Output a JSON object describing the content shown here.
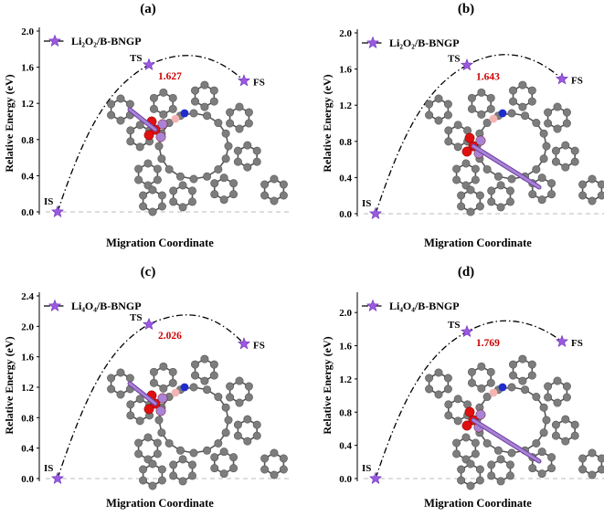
{
  "figure": {
    "colors": {
      "curve": "#000000",
      "star": "#9b59e0",
      "star_edge": "#6a2fb5",
      "ts_label": "#cc0000",
      "baseline": "#bbbbbb",
      "atom_c": "#7d7d7d",
      "atom_b": "#f4b4b4",
      "atom_n": "#1f2ccc",
      "atom_o": "#e01010",
      "atom_li": "#a983d6"
    }
  },
  "chart_data": [
    {
      "type": "line",
      "panel_label": "(a)",
      "legend": "Li₂O₂/B-BNGP",
      "xlabel": "Migration Coordinate",
      "ylabel": "Relative Energy (eV)",
      "ylim": [
        0,
        2.0
      ],
      "yticks": [
        "0.0",
        "0.4",
        "0.8",
        "1.2",
        "1.6",
        "2.0"
      ],
      "points": [
        {
          "label": "IS",
          "x": 0.0,
          "y": 0.0
        },
        {
          "label": "TS",
          "x": 0.5,
          "y": 1.627
        },
        {
          "label": "FS",
          "x": 1.0,
          "y": 1.45
        }
      ],
      "ts_value": "1.627",
      "peak": 1.73
    },
    {
      "type": "line",
      "panel_label": "(b)",
      "legend": "Li₂O₂/B-BNGP",
      "xlabel": "Migration Coordinate",
      "ylabel": "Relative Energy (eV)",
      "ylim": [
        0,
        2.0
      ],
      "yticks": [
        "0.0",
        "0.4",
        "0.8",
        "1.2",
        "1.6",
        "2.0"
      ],
      "points": [
        {
          "label": "IS",
          "x": 0.0,
          "y": 0.0
        },
        {
          "label": "TS",
          "x": 0.5,
          "y": 1.643
        },
        {
          "label": "FS",
          "x": 1.0,
          "y": 1.49
        }
      ],
      "ts_value": "1.643",
      "peak": 1.76
    },
    {
      "type": "line",
      "panel_label": "(c)",
      "legend": "Li₄O₄/B-BNGP",
      "xlabel": "Migration Coordinate",
      "ylabel": "Relative Energy (eV)",
      "ylim": [
        0,
        2.4
      ],
      "yticks": [
        "0.0",
        "0.4",
        "0.8",
        "1.2",
        "1.6",
        "2.0",
        "2.4"
      ],
      "points": [
        {
          "label": "IS",
          "x": 0.0,
          "y": 0.0
        },
        {
          "label": "TS",
          "x": 0.5,
          "y": 2.026
        },
        {
          "label": "FS",
          "x": 1.0,
          "y": 1.77
        }
      ],
      "ts_value": "2.026",
      "peak": 2.15
    },
    {
      "type": "line",
      "panel_label": "(d)",
      "legend": "Li₄O₄/B-BNGP",
      "xlabel": "Migration Coordinate",
      "ylabel": "Relative Energy (eV)",
      "ylim": [
        0,
        2.2
      ],
      "yticks": [
        "0.0",
        "0.4",
        "0.8",
        "1.2",
        "1.6",
        "2.0"
      ],
      "points": [
        {
          "label": "IS",
          "x": 0.0,
          "y": 0.0
        },
        {
          "label": "TS",
          "x": 0.5,
          "y": 1.769
        },
        {
          "label": "FS",
          "x": 1.0,
          "y": 1.65
        }
      ],
      "ts_value": "1.769",
      "peak": 1.9
    }
  ]
}
